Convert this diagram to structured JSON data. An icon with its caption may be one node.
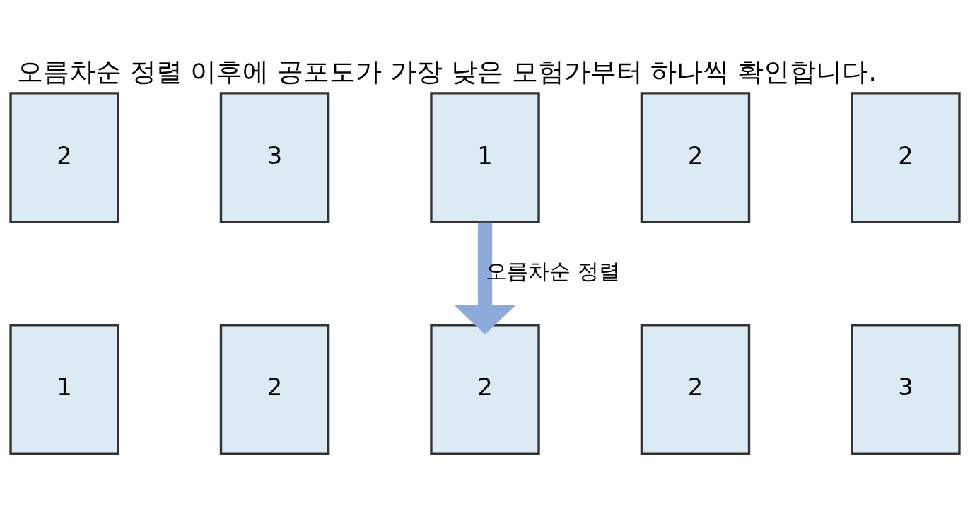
{
  "diagram": {
    "title": "오름차순 정렬 이후에 공포도가 가장 낮은 모험가부터 하나씩 확인합니다.",
    "nodes": [
      {
        "text": [
          "2"
        ]
      },
      {
        "text": [
          "3"
        ]
      },
      {
        "text": [
          "1"
        ]
      },
      {
        "text": [
          "2"
        ]
      },
      {
        "text": [
          "2"
        ]
      },
      {
        "text": [
          "1"
        ]
      },
      {
        "text": [
          "2"
        ]
      },
      {
        "text": [
          "2"
        ]
      },
      {
        "text": [
          "2"
        ]
      },
      {
        "text": [
          "3"
        ]
      }
    ],
    "edges": [
      {
        "from": 2,
        "to": 7,
        "arrow": "to",
        "label": "오름차순 정렬",
        "color": "#8eaadb"
      }
    ]
  }
}
